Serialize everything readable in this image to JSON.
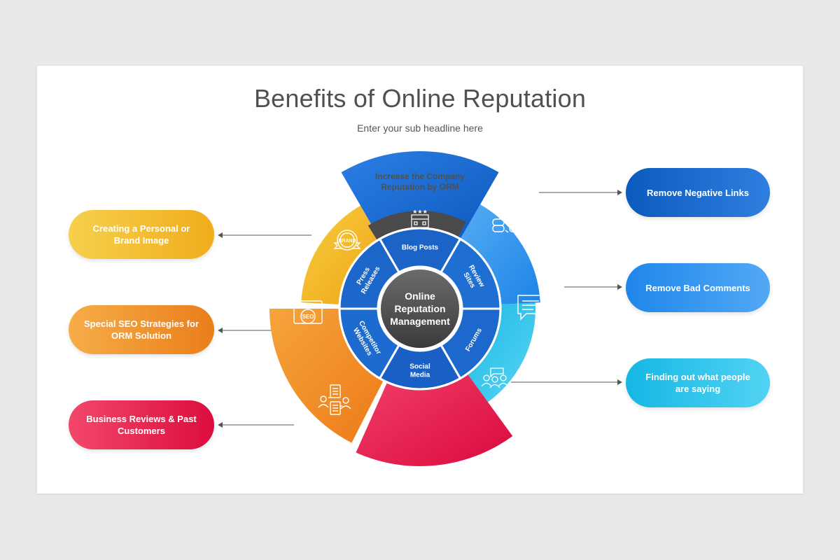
{
  "title": "Benefits of Online Reputation",
  "subtitle": "Enter your sub headline here",
  "top_label": "Increase the Company Reputation by ORM",
  "center": {
    "lines": [
      "Online",
      "Reputation",
      "Management"
    ]
  },
  "ring_segments": [
    {
      "lines": [
        "Blog Posts"
      ]
    },
    {
      "lines": [
        "Review",
        "Sites"
      ]
    },
    {
      "lines": [
        "Forums"
      ]
    },
    {
      "lines": [
        "Social",
        "Media"
      ]
    },
    {
      "lines": [
        "Competitor",
        "Websites"
      ]
    },
    {
      "lines": [
        "Press",
        "Releases"
      ]
    }
  ],
  "left_items": [
    {
      "label": "Creating a Personal or Brand Image",
      "icon": "brand-badge-icon",
      "color": "#f2b51f"
    },
    {
      "label": "Special SEO Strategies for ORM Solution",
      "icon": "seo-icon",
      "color": "#f08c22"
    },
    {
      "label": "Business Reviews & Past Customers",
      "icon": "business-review-icon",
      "color": "#e8234f"
    }
  ],
  "right_items": [
    {
      "label": "Remove Negative Links",
      "icon": "broken-link-icon",
      "color": "#0f62c4"
    },
    {
      "label": "Remove Bad Comments",
      "icon": "remove-comment-icon",
      "color": "#2a8eea"
    },
    {
      "label": "Finding out what people are saying",
      "icon": "people-icon",
      "color": "#22c2ea"
    }
  ],
  "brand_icon_text": "BRAND",
  "seo_icon_text": "SEO"
}
